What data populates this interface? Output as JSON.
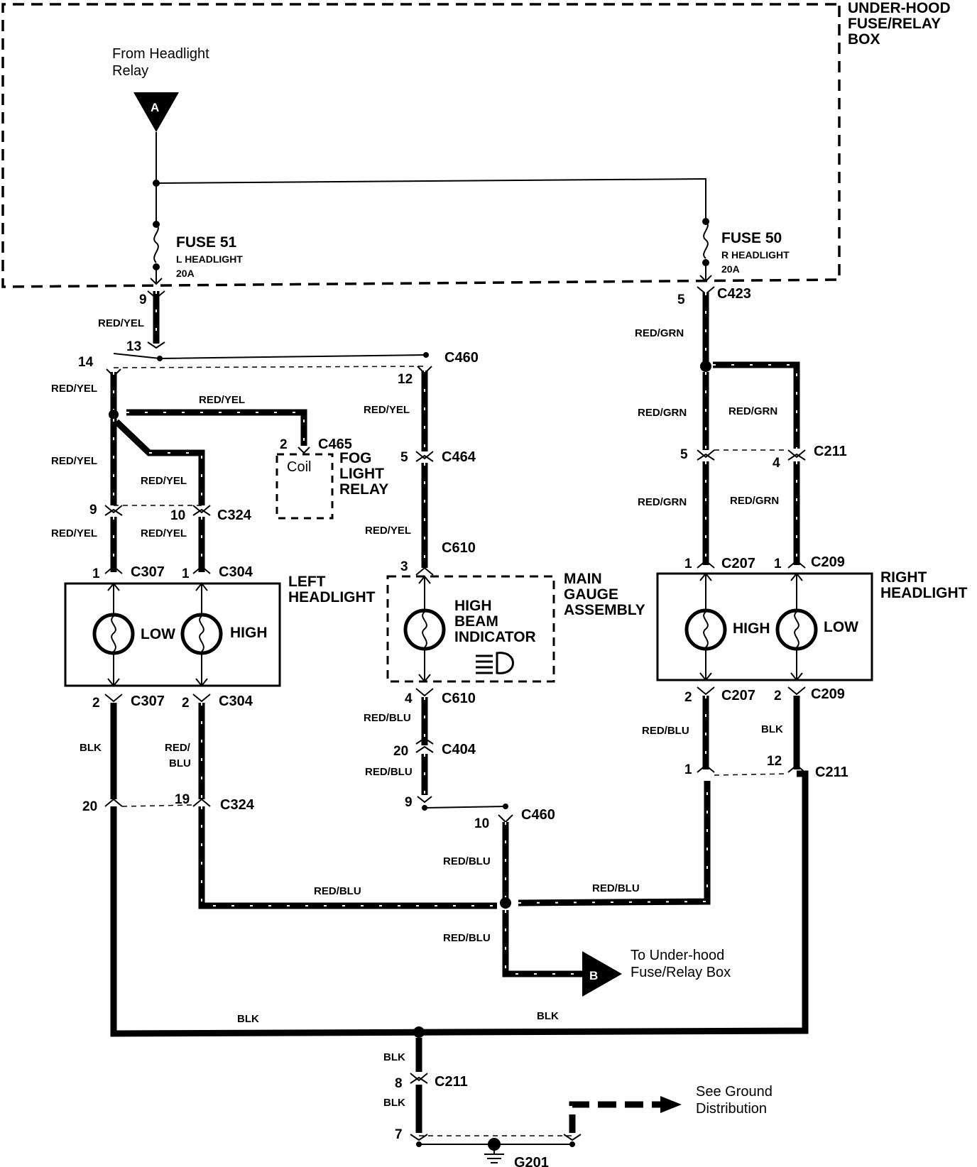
{
  "fuse_box": {
    "title_l1": "UNDER-HOOD",
    "title_l2": "FUSE/RELAY",
    "title_l3": "BOX"
  },
  "source": {
    "label_l1": "From Headlight",
    "label_l2": "Relay",
    "marker": "A"
  },
  "fuse51": {
    "name": "FUSE 51",
    "desc": "L HEADLIGHT",
    "rating": "20A",
    "pin": "9"
  },
  "fuse50": {
    "name": "FUSE 50",
    "desc": "R HEADLIGHT",
    "rating": "20A",
    "pin": "5",
    "connector": "C423"
  },
  "wires": {
    "red_yel": "RED/YEL",
    "red_grn": "RED/GRN",
    "red_blu": "RED/BLU",
    "red_l1": "RED/",
    "blu_l2": "BLU",
    "blk": "BLK"
  },
  "connectors": {
    "c460": "C460",
    "c465": "C465",
    "c464": "C464",
    "c324": "C324",
    "c610": "C610",
    "c307": "C307",
    "c304": "C304",
    "c211": "C211",
    "c207": "C207",
    "c209": "C209",
    "c404": "C404",
    "g201": "G201"
  },
  "pins": {
    "p13": "13",
    "p14": "14",
    "p12": "12",
    "p2": "2",
    "p5": "5",
    "p4": "4",
    "p9": "9",
    "p10": "10",
    "p1": "1",
    "p3": "3",
    "p20": "20",
    "p19": "19",
    "p8": "8",
    "p7": "7"
  },
  "fog_relay": {
    "coil": "Coil",
    "l1": "FOG",
    "l2": "LIGHT",
    "l3": "RELAY"
  },
  "left_headlight": {
    "l1": "LEFT",
    "l2": "HEADLIGHT",
    "low": "LOW",
    "high": "HIGH"
  },
  "right_headlight": {
    "l1": "RIGHT",
    "l2": "HEADLIGHT",
    "low": "LOW",
    "high": "HIGH"
  },
  "gauge": {
    "l1": "MAIN",
    "l2": "GAUGE",
    "l3": "ASSEMBLY",
    "ind1": "HIGH",
    "ind2": "BEAM",
    "ind3": "INDICATOR"
  },
  "dest_b": {
    "marker": "B",
    "l1": "To Under-hood",
    "l2": "Fuse/Relay Box"
  },
  "ground": {
    "l1": "See Ground",
    "l2": "Distribution"
  }
}
